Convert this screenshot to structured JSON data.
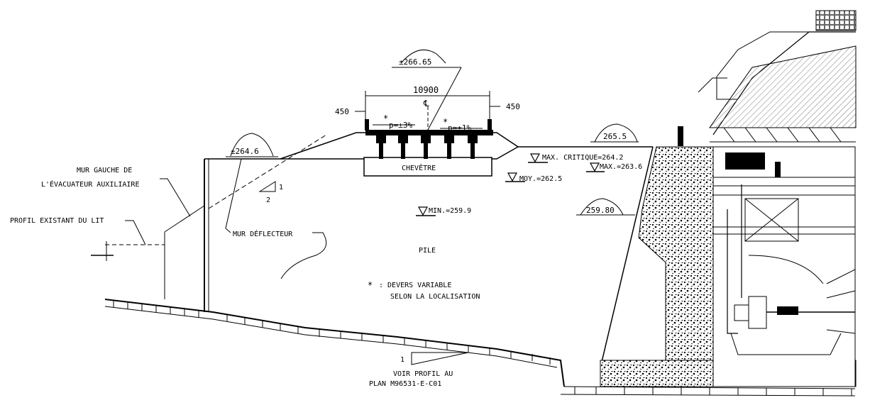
{
  "deck": {
    "elev_top": "±266.65",
    "width": "10900",
    "left_edge": "450",
    "right_edge": "450",
    "centerline": "℄",
    "slope_left": "p=±3%",
    "slope_right": "p=±1%",
    "star_left": "*",
    "star_right": "*",
    "cap_beam": "CHEVÊTRE"
  },
  "left": {
    "elev_wall": "±264.6",
    "wall_label_1": "MUR GAUCHE DE",
    "wall_label_2": "L'ÉVACUATEUR AUXILIAIRE",
    "profile_label": "PROFIL EXISTANT DU LIT",
    "deflector_label": "MUR DÉFLECTEUR",
    "slope_rise": "1",
    "slope_run": "2"
  },
  "levels": {
    "max_critical": "MAX. CRITIQUE=264.2",
    "max": "MAX.=263.6",
    "avg": "MOY.=262.5",
    "min": "MIN.=259.9",
    "right_top": "265.5",
    "right_mid": "259.80"
  },
  "notes": {
    "pier": "PILE",
    "star": "*",
    "variable_1": ": DEVERS VARIABLE",
    "variable_2": "SELON LA LOCALISATION"
  },
  "bottom": {
    "slope_num": "1",
    "see_1": "VOIR PROFIL AU",
    "see_2": "PLAN M96531-E-C01"
  }
}
